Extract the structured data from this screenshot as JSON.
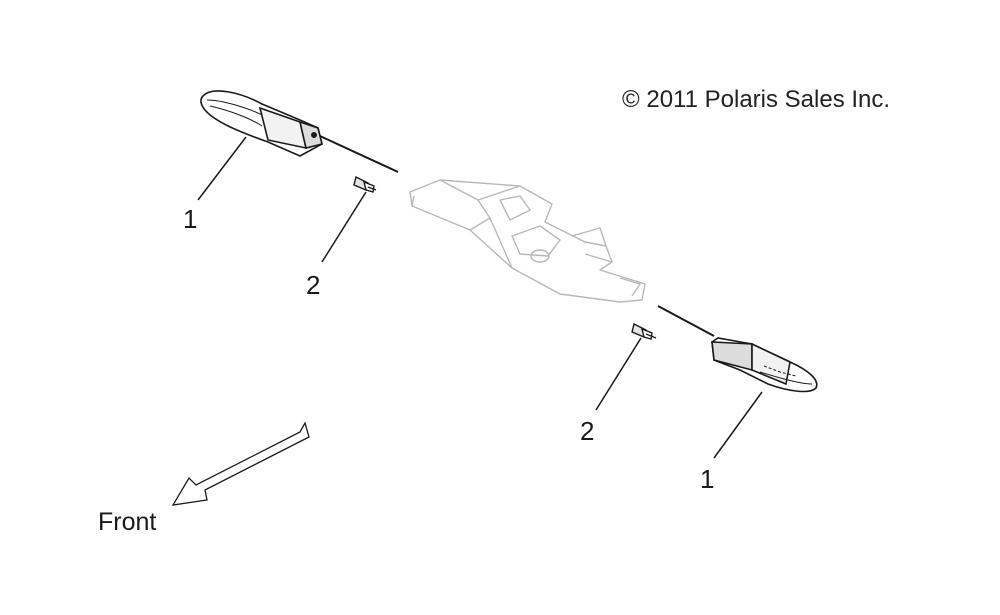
{
  "copyright": "© 2011 Polaris Sales Inc.",
  "direction_label": "Front",
  "callouts": {
    "left_lamp": "1",
    "left_bolt": "2",
    "right_bolt": "2",
    "right_lamp": "1"
  },
  "colors": {
    "ink": "#1a1a1a",
    "ghost_part": "#b8b8b8"
  },
  "icons": {
    "direction": "front-arrow-icon"
  }
}
